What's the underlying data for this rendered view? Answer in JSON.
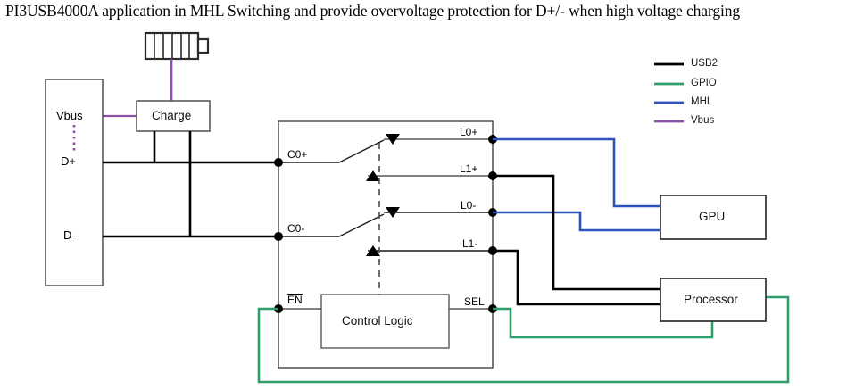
{
  "title": "PI3USB4000A application in MHL Switching and provide overvoltage protection for D+/- when high voltage charging",
  "colors": {
    "usb2": "#000000",
    "gpio": "#2e9e6b",
    "mhl": "#2b52bd",
    "vbus": "#8b4fa8",
    "box_stroke": "#595959",
    "wire_thin": "#595959"
  },
  "legend": {
    "items": [
      {
        "label": "USB2",
        "color": "#000000"
      },
      {
        "label": "GPIO",
        "color": "#2e9e6b"
      },
      {
        "label": "MHL",
        "color": "#2b52bd"
      },
      {
        "label": "Vbus",
        "color": "#8b4fa8"
      }
    ]
  },
  "connector": {
    "name": "usb-connector",
    "pins": [
      {
        "label": "Vbus"
      },
      {
        "label": "D+"
      },
      {
        "label": "D-"
      }
    ]
  },
  "battery": {
    "label": "",
    "cells": 5
  },
  "charge_block": {
    "label": "Charge"
  },
  "switch_ic": {
    "left_pins": [
      {
        "label": "C0+"
      },
      {
        "label": "C0-"
      }
    ],
    "right_pins": [
      {
        "label": "L0+"
      },
      {
        "label": "L1+"
      },
      {
        "label": "L0-"
      },
      {
        "label": "L1-"
      }
    ],
    "control_pins": [
      {
        "label": "EN",
        "overbar": true
      },
      {
        "label": "SEL",
        "overbar": false
      }
    ],
    "control_logic_label": "Control Logic"
  },
  "gpu_block": {
    "label": "GPU"
  },
  "processor_block": {
    "label": "Processor"
  }
}
